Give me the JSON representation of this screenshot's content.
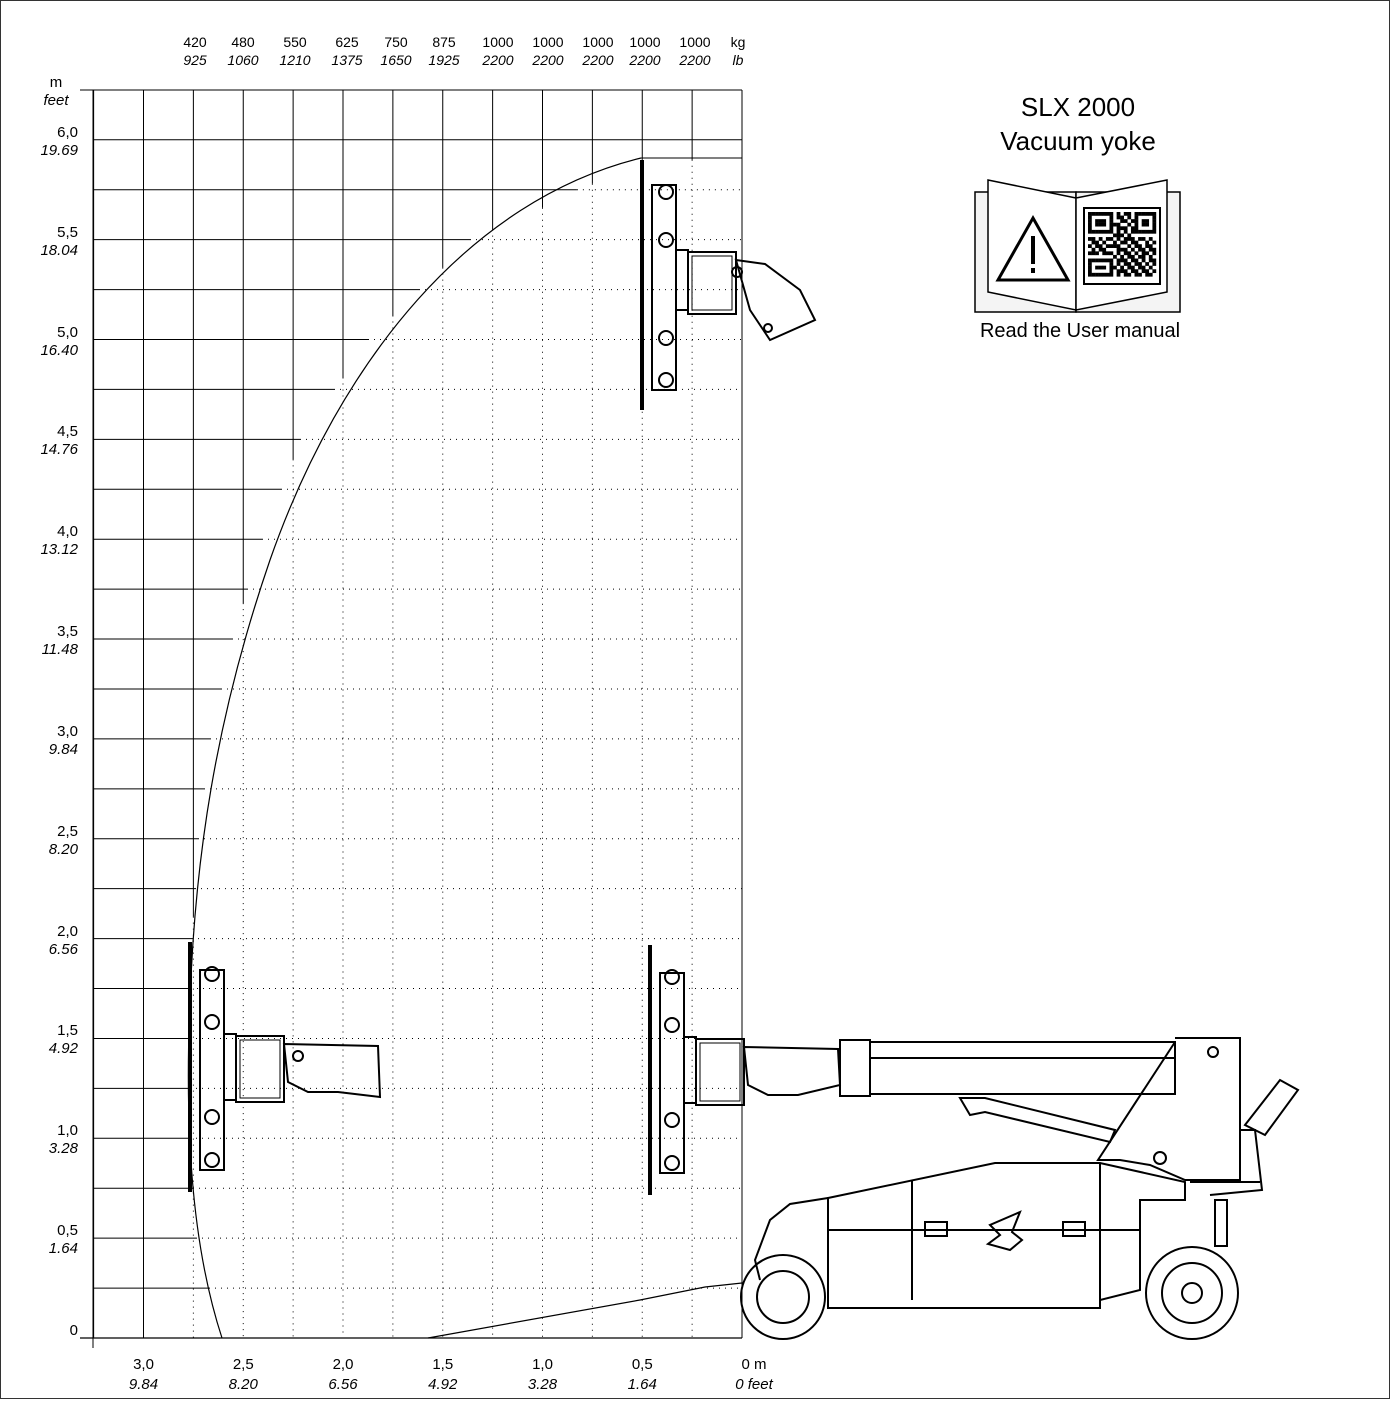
{
  "title": {
    "model": "SLX 2000",
    "tool": "Vacuum yoke"
  },
  "manual_caption": "Read the User manual",
  "icons": [
    "warning-triangle-icon",
    "qr-code-icon",
    "open-book-icon",
    "forklift-machine-icon",
    "vacuum-yoke-icon",
    "logo-icon"
  ],
  "load_table": {
    "unit_kg": "kg",
    "unit_lb": "lb",
    "columns": [
      {
        "kg": "420",
        "lb": "925"
      },
      {
        "kg": "480",
        "lb": "1060"
      },
      {
        "kg": "550",
        "lb": "1210"
      },
      {
        "kg": "625",
        "lb": "1375"
      },
      {
        "kg": "750",
        "lb": "1650"
      },
      {
        "kg": "875",
        "lb": "1925"
      },
      {
        "kg": "1000",
        "lb": "2200"
      },
      {
        "kg": "1000",
        "lb": "2200"
      },
      {
        "kg": "1000",
        "lb": "2200"
      },
      {
        "kg": "1000",
        "lb": "2200"
      },
      {
        "kg": "1000",
        "lb": "2200"
      }
    ]
  },
  "y_axis": {
    "unit_m": "m",
    "unit_ft": "feet",
    "ticks": [
      {
        "m": "6,0",
        "ft": "19.69",
        "value": 6.0
      },
      {
        "m": "5,5",
        "ft": "18.04",
        "value": 5.5
      },
      {
        "m": "5,0",
        "ft": "16.40",
        "value": 5.0
      },
      {
        "m": "4,5",
        "ft": "14.76",
        "value": 4.5
      },
      {
        "m": "4,0",
        "ft": "13.12",
        "value": 4.0
      },
      {
        "m": "3,5",
        "ft": "11.48",
        "value": 3.5
      },
      {
        "m": "3,0",
        "ft": "9.84",
        "value": 3.0
      },
      {
        "m": "2,5",
        "ft": "8.20",
        "value": 2.5
      },
      {
        "m": "2,0",
        "ft": "6.56",
        "value": 2.0
      },
      {
        "m": "1,5",
        "ft": "4.92",
        "value": 1.5
      },
      {
        "m": "1,0",
        "ft": "3.28",
        "value": 1.0
      },
      {
        "m": "0,5",
        "ft": "1.64",
        "value": 0.5
      },
      {
        "m": "0",
        "ft": "",
        "value": 0.0
      }
    ]
  },
  "x_axis": {
    "ticks": [
      {
        "m": "3,0",
        "ft": "9.84",
        "value": 3.0
      },
      {
        "m": "2,5",
        "ft": "8.20",
        "value": 2.5
      },
      {
        "m": "2,0",
        "ft": "6.56",
        "value": 2.0
      },
      {
        "m": "1,5",
        "ft": "4.92",
        "value": 1.5
      },
      {
        "m": "1,0",
        "ft": "3.28",
        "value": 1.0
      },
      {
        "m": "0,5",
        "ft": "1.64",
        "value": 0.5
      },
      {
        "m": "0 m",
        "ft": "0 feet",
        "value": 0.0
      }
    ]
  },
  "envelope": {
    "description_points": [
      {
        "reach": 0.5,
        "height": 5.9
      },
      {
        "reach": 2.75,
        "height": 2.0
      },
      {
        "reach": 2.6,
        "height": 0.0
      }
    ]
  }
}
